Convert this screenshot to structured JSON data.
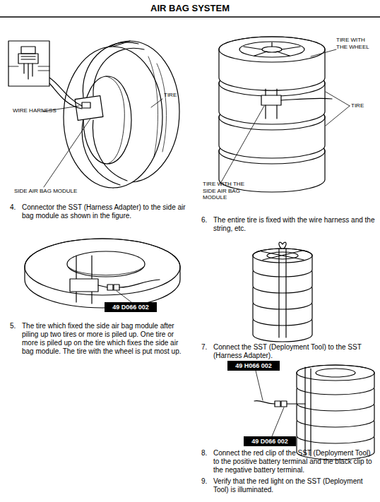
{
  "diagram": {
    "title": "AIR BAG SYSTEM",
    "nodes": [
      {
        "text": [
          "49 D066 002"
        ]
      },
      {
        "text": [
          "49 H066 002"
        ]
      },
      {
        "text": [
          "49 D066 002"
        ]
      }
    ],
    "labels": [
      "WIRE HARNESS",
      "TIRE",
      "SIDE AIR BAG MODULE",
      "TIRE WITH THE WHEEL",
      "TIRE",
      "TIRE WITH THE SIDE AIR BAG MODULE",
      "4.",
      "Connector the SST (Harness Adapter) to the side air bag module as shown in the figure.",
      "5.",
      "The tire which fixed the side air bag module after piling up two tires or more is piled up. One tire or more is piled up on the tire which fixes the side air bag module. The tire with the wheel is put most up.",
      "6.",
      "The entire tire is fixed with the wire harness and the string, etc.",
      "7.",
      "Connect the SST (Deployment Tool) to the SST (Harness Adapter).",
      "8.",
      "Connect the red clip of the SST (Deployment Tool) to the positive battery terminal and the black clip to the negative battery terminal.",
      "9.",
      "Verify that the red light on the SST (Deployment Tool) is illuminated."
    ]
  }
}
